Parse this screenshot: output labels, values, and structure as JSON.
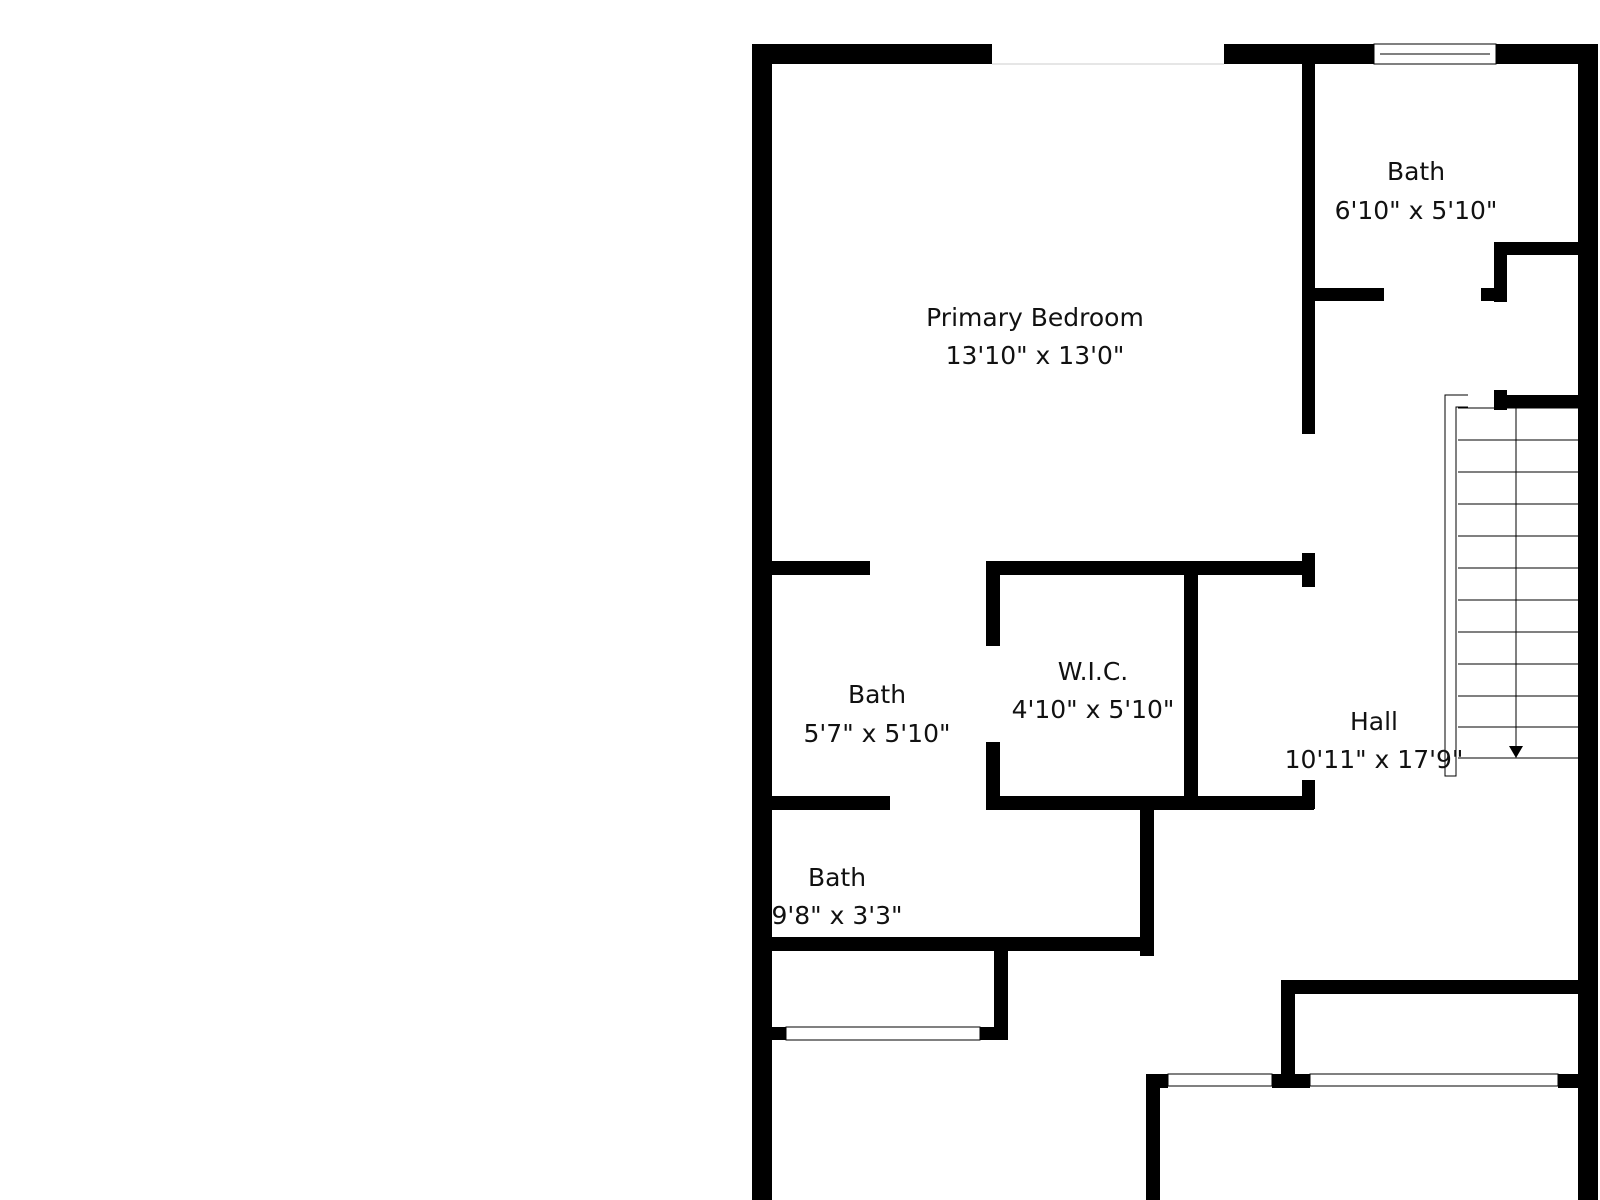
{
  "floor_plan": {
    "rooms": [
      {
        "id": "primary-bedroom",
        "name": "Primary Bedroom",
        "dimensions": "13'10\" x 13'0\""
      },
      {
        "id": "bath-top-right",
        "name": "Bath",
        "dimensions": "6'10\" x 5'10\""
      },
      {
        "id": "bath-middle",
        "name": "Bath",
        "dimensions": "5'7\" x 5'10\""
      },
      {
        "id": "wic",
        "name": "W.I.C.",
        "dimensions": "4'10\" x 5'10\""
      },
      {
        "id": "hall",
        "name": "Hall",
        "dimensions": "10'11\" x 17'9\""
      },
      {
        "id": "bath-lower",
        "name": "Bath",
        "dimensions": "9'8\" x 3'3\""
      }
    ]
  },
  "colors": {
    "wall": "#000000",
    "background": "#ffffff",
    "text": "#111111"
  }
}
